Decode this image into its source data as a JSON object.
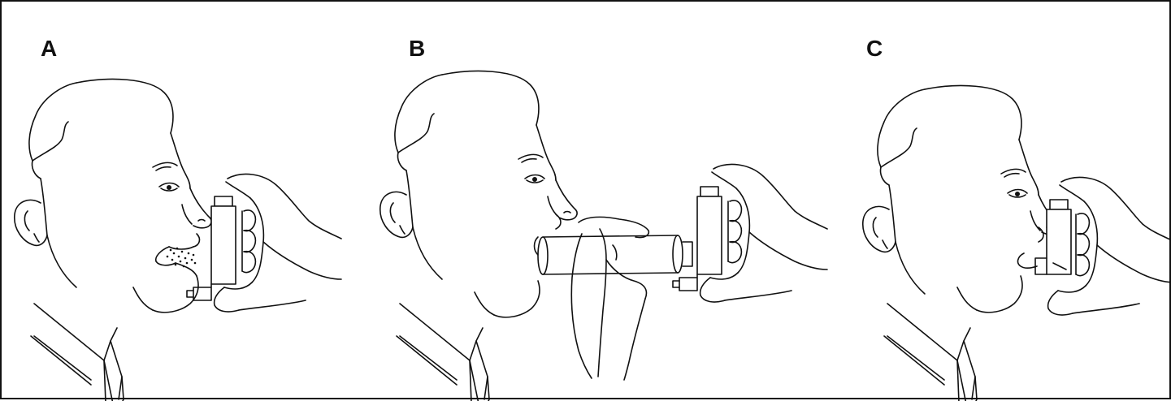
{
  "panels": [
    {
      "label": "A"
    },
    {
      "label": "B"
    },
    {
      "label": "C"
    }
  ],
  "colors": {
    "ink": "#111111",
    "background": "#ffffff"
  }
}
